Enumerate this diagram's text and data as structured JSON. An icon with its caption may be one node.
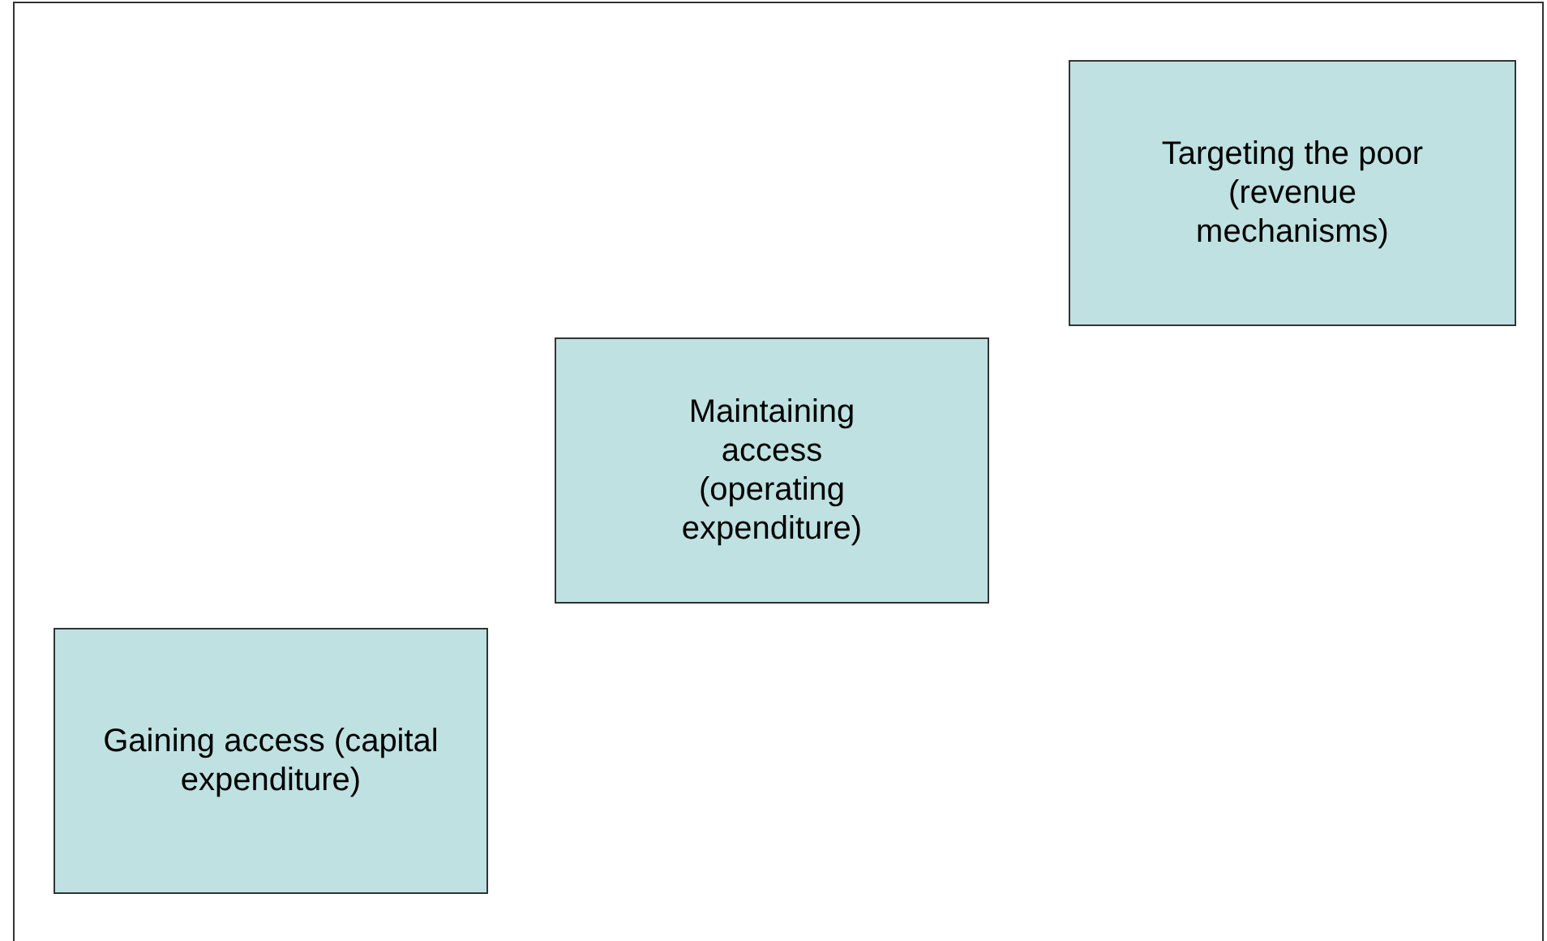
{
  "diagram": {
    "nodes": [
      {
        "text": [
          "Gaining access (capital expenditure)"
        ]
      },
      {
        "text": [
          "Maintaining access (operating expenditure)"
        ]
      },
      {
        "text": [
          "Targeting the poor (revenue mechanisms)"
        ]
      }
    ]
  }
}
